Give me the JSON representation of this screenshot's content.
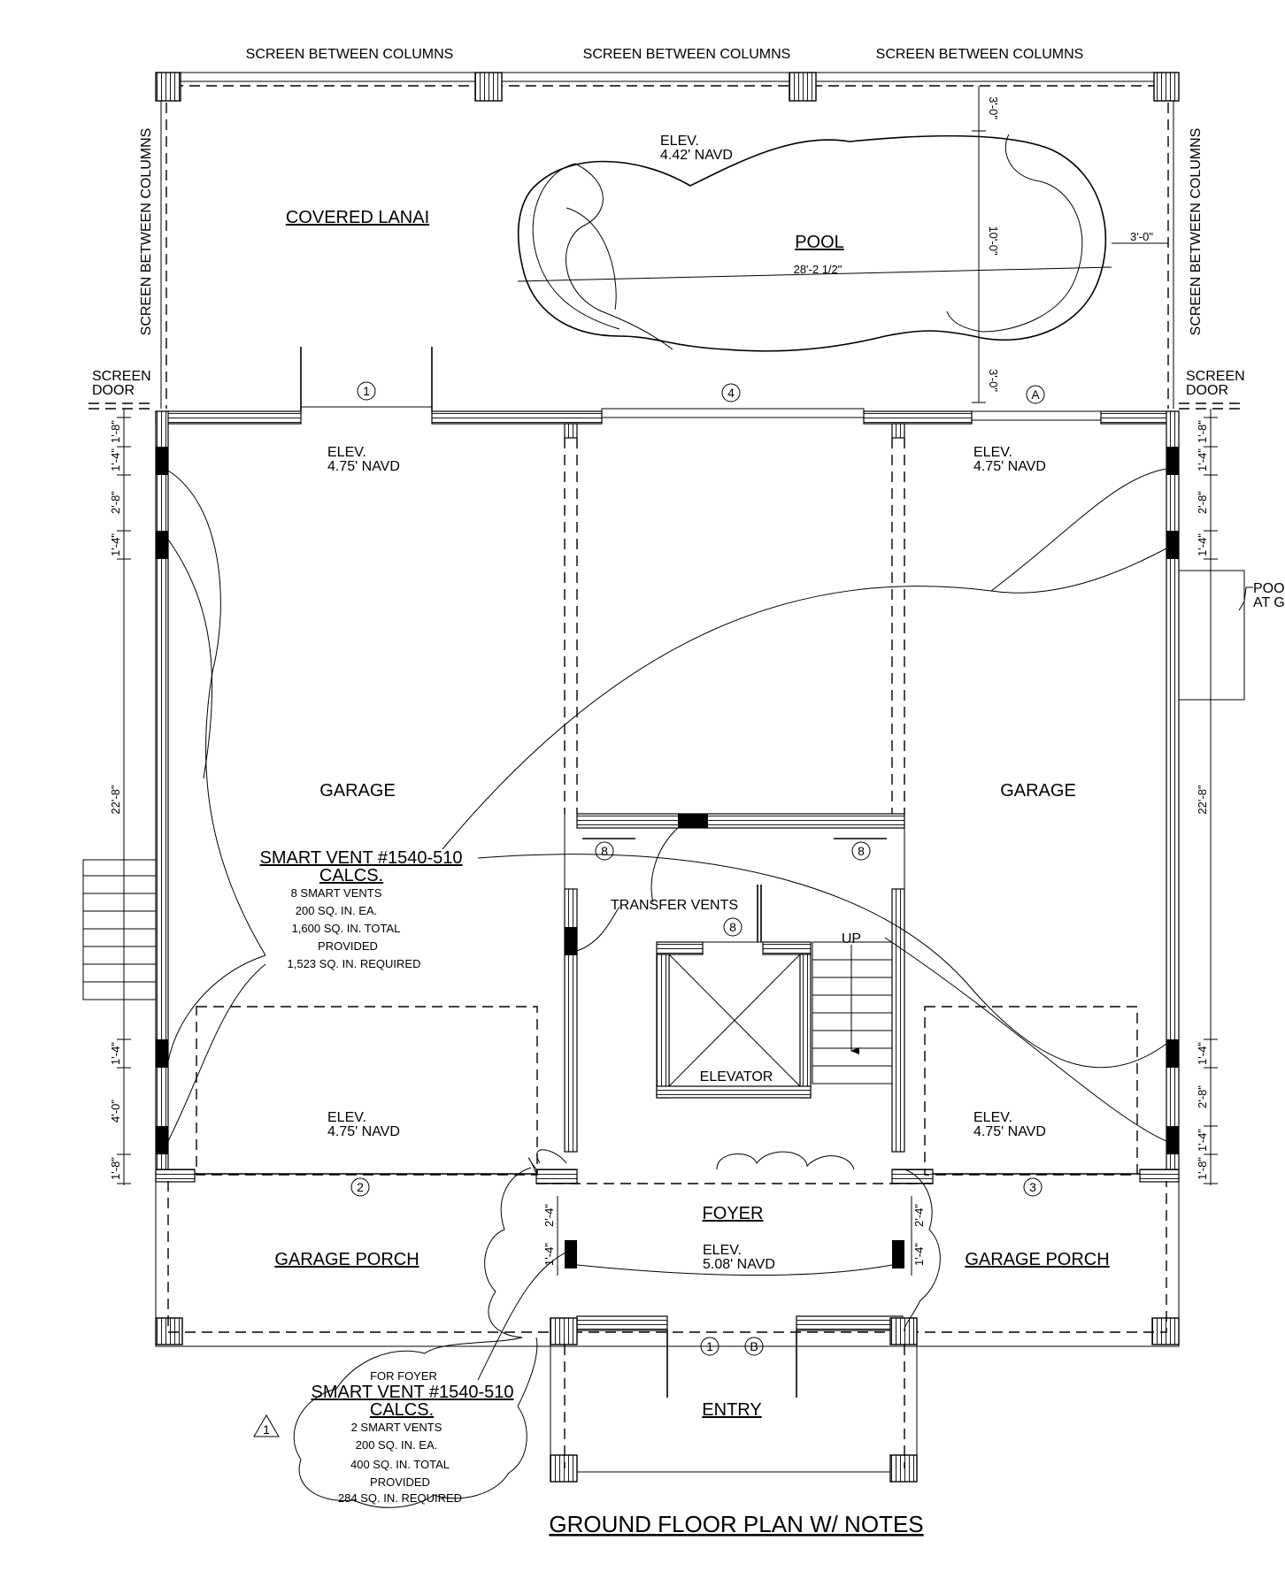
{
  "title": "GROUND FLOOR PLAN W/ NOTES",
  "screen_labels": {
    "top_left": "SCREEN BETWEEN COLUMNS",
    "top_center": "SCREEN BETWEEN COLUMNS",
    "top_right": "SCREEN BETWEEN COLUMNS",
    "left_side": "SCREEN BETWEEN COLUMNS",
    "right_side": "SCREEN BETWEEN COLUMNS",
    "door_left_1": "SCREEN",
    "door_left_2": "DOOR",
    "door_right_1": "SCREEN",
    "door_right_2": "DOOR"
  },
  "rooms": {
    "lanai": "COVERED LANAI",
    "pool": "POOL",
    "garage_left": "GARAGE",
    "garage_right": "GARAGE",
    "foyer": "FOYER",
    "porch_left": "GARAGE PORCH",
    "porch_right": "GARAGE PORCH",
    "entry": "ENTRY",
    "elevator": "ELEVATOR",
    "stair_up": "UP"
  },
  "elevations": {
    "pool_1": "ELEV.",
    "pool_2": "4.42' NAVD",
    "garage_tl_1": "ELEV.",
    "garage_tl_2": "4.75' NAVD",
    "garage_tr_1": "ELEV.",
    "garage_tr_2": "4.75' NAVD",
    "garage_bl_1": "ELEV.",
    "garage_bl_2": "4.75' NAVD",
    "garage_br_1": "ELEV.",
    "garage_br_2": "4.75' NAVD",
    "foyer_1": "ELEV.",
    "foyer_2": "5.08' NAVD"
  },
  "pool_dims": {
    "length": "28'-2 1/2\"",
    "width": "10'-0\"",
    "top_offset": "3'-0\"",
    "bottom_offset": "3'-0\"",
    "side_offset": "3'-0\""
  },
  "vent_note_garage": {
    "line1": "SMART VENT #1540-510",
    "line2": "CALCS.",
    "line3": "8 SMART VENTS",
    "line4": "200 SQ. IN. EA.",
    "line5": "1,600 SQ. IN. TOTAL",
    "line6": "PROVIDED",
    "line7": "1,523 SQ. IN. REQUIRED"
  },
  "vent_note_foyer": {
    "line0": "FOR FOYER",
    "line1": "SMART VENT #1540-510",
    "line2": "CALCS.",
    "line3": "2 SMART VENTS",
    "line4": "200 SQ. IN. EA.",
    "line5": "400 SQ. IN. TOTAL",
    "line6": "PROVIDED",
    "line7": "284 SQ. IN. REQUIRED"
  },
  "transfer_vents": "TRANSFER VENTS",
  "pool_label_cut_1": "POOI",
  "pool_label_cut_2": "AT G",
  "tags": {
    "door_1_top": "1",
    "door_4": "4",
    "door_a": "A",
    "door_2": "2",
    "door_3": "3",
    "door_1_entry": "1",
    "door_b": "B",
    "vent_8_left": "8",
    "vent_8_right": "8",
    "vent_8_center": "8",
    "revision": "1"
  },
  "dims_left": {
    "d1": "1'-8\"",
    "d2": "1'-4\"",
    "d3": "2'-8\"",
    "d4": "1'-4\"",
    "d5": "22'-8\"",
    "d6": "1'-4\"",
    "d7": "4'-0\"",
    "d8": "1'-8\""
  },
  "dims_right": {
    "d1": "1'-8\"",
    "d2": "1'-4\"",
    "d3": "2'-8\"",
    "d4": "1'-4\"",
    "d5": "22'-8\"",
    "d6": "1'-4\"",
    "d7": "2'-8\"",
    "d8": "1'-4\"",
    "d9": "1'-8\""
  },
  "dims_foyer": {
    "left_a": "2'-4\"",
    "left_b": "1'-4\"",
    "right_a": "2'-4\"",
    "right_b": "1'-4\""
  }
}
